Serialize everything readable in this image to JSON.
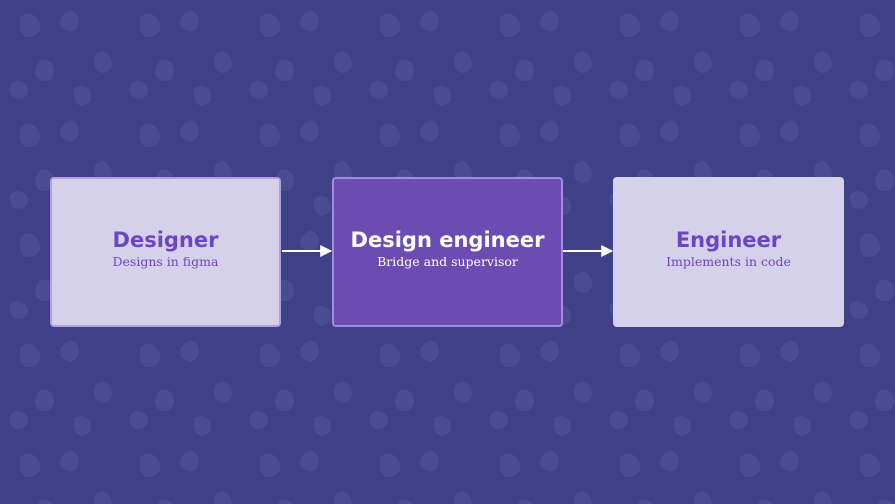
{
  "colors": {
    "background": "#3f4187",
    "light_box": "#d5d1ea",
    "dark_box": "#6c4cb2",
    "light_text": "#6d45c4",
    "dark_text": "#ffffff",
    "arrow": "#ffffff"
  },
  "nodes": [
    {
      "title": "Designer",
      "subtitle": "Designs in figma"
    },
    {
      "title": "Design engineer",
      "subtitle": "Bridge and supervisor"
    },
    {
      "title": "Engineer",
      "subtitle": "Implements in code"
    }
  ],
  "edges": [
    {
      "from": "Designer",
      "to": "Design engineer"
    },
    {
      "from": "Design engineer",
      "to": "Engineer"
    }
  ]
}
